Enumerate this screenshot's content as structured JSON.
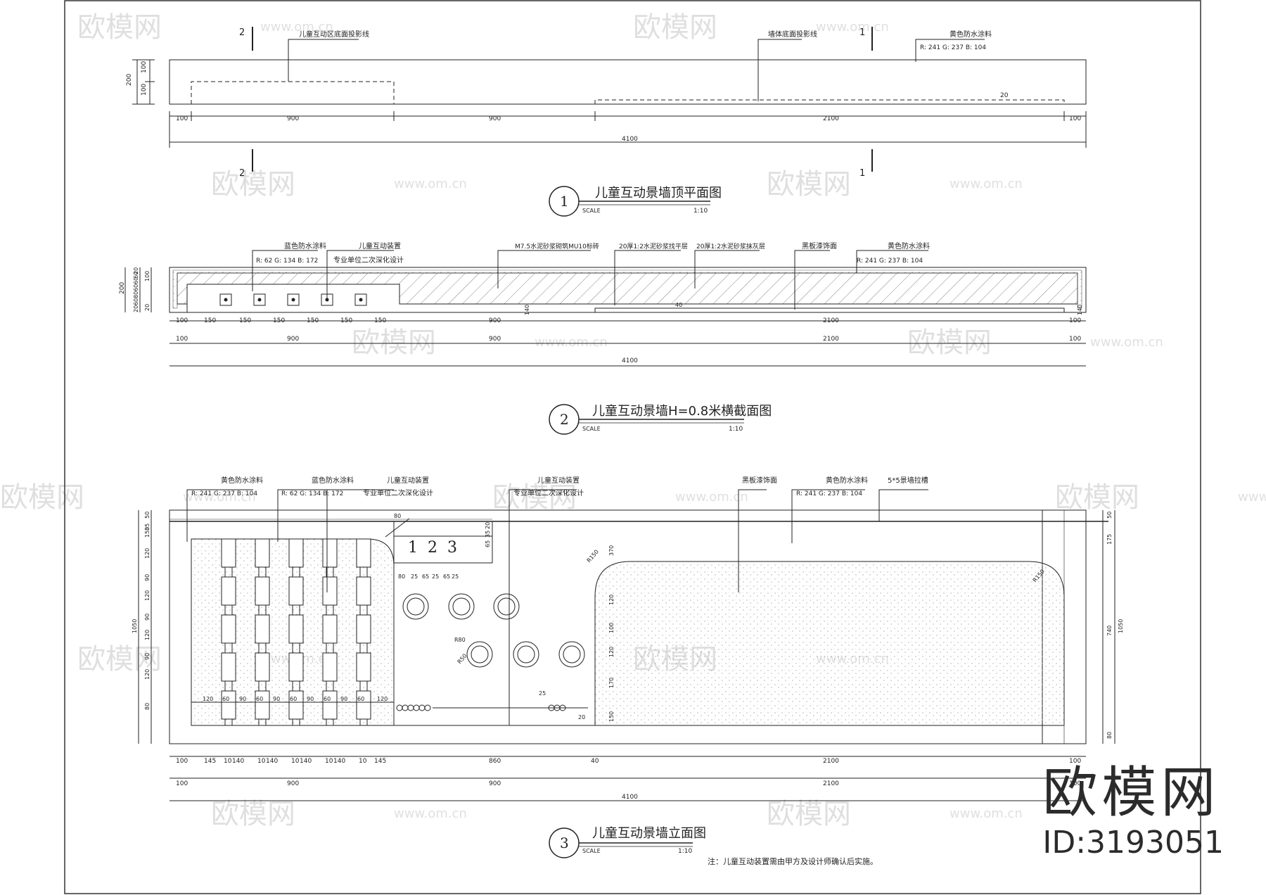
{
  "watermark": {
    "logo_text": "欧模网",
    "url_text": "www.om.cn",
    "url_short": "om.cn"
  },
  "brand": {
    "logo": "欧模网",
    "id": "ID:3193051"
  },
  "drawing1": {
    "number": "1",
    "title": "儿童互动景墙顶平面图",
    "scale_label": "SCALE",
    "scale": "1:10",
    "section_marks": [
      "2",
      "1",
      "2",
      "1"
    ],
    "callouts": {
      "projection": "儿童互动区底面投影线",
      "bottom_projection": "墙体底面投影线",
      "paint": "黄色防水涂料",
      "rgb": "R: 241   G: 237   B: 104"
    },
    "dims_left": [
      "200",
      "100",
      "100"
    ],
    "dims_row1": [
      "100",
      "900",
      "900",
      "2100",
      "100"
    ],
    "dims_total": "4100",
    "dim_20": "20"
  },
  "drawing2": {
    "number": "2",
    "title": "儿童互动景墙H=0.8米横截面图",
    "scale_label": "SCALE",
    "scale": "1:10",
    "callouts": {
      "blue_paint": "蓝色防水涂料",
      "blue_rgb": "R: 62   G: 134   B: 172",
      "device": "儿童互动装置",
      "device_note": "专业单位二次深化设计",
      "brick": "M7.5水泥砂浆砌筑MU10标砖",
      "layer1": "20厚1:2水泥砂浆找平层",
      "layer2": "20厚1:2水泥砂浆抹灰层",
      "blackboard": "黑板漆饰面",
      "yellow_paint": "黄色防水涂料",
      "yellow_rgb": "R: 241   G: 237   B: 104"
    },
    "dims_left": [
      "200",
      "20",
      "60",
      "60",
      "60",
      "80",
      "60",
      "20",
      "100",
      "20"
    ],
    "dims_row1": [
      "100",
      "150",
      "150",
      "150",
      "150",
      "150",
      "150",
      "900",
      "2100",
      "100"
    ],
    "dims_row2": [
      "100",
      "900",
      "900",
      "2100",
      "100"
    ],
    "dims_total": "4100",
    "dim_small": [
      "140",
      "40",
      "140"
    ]
  },
  "drawing3": {
    "number": "3",
    "title": "儿童互动景墙立面图",
    "scale_label": "SCALE",
    "scale": "1:10",
    "note": "注：儿童互动装置需由甲方及设计师确认后实施。",
    "callouts": {
      "yellow_paint": "黄色防水涂料",
      "yellow_rgb": "R: 241   G: 237   B: 104",
      "blue_paint": "蓝色防水涂料",
      "blue_rgb": "R: 62   G: 134   B: 172",
      "device1": "儿童互动装置",
      "device1_note": "专业单位二次深化设计",
      "device2": "儿童互动装置",
      "device2_note": "专业单位二次深化设计",
      "blackboard": "黑板漆饰面",
      "yellow_paint2": "黄色防水涂料",
      "yellow_rgb2": "R: 241   G: 237   B: 104",
      "groove": "5*5景墙拉槽"
    },
    "counter_digits": [
      "1",
      "2",
      "3"
    ],
    "dims_left": [
      "1050",
      "50",
      "35",
      "150",
      "120",
      "90",
      "120",
      "90",
      "120",
      "90",
      "120",
      "80"
    ],
    "dims_right": [
      "1050",
      "50",
      "175",
      "740",
      "80"
    ],
    "dims_inner_left": [
      "370",
      "120",
      "100",
      "120",
      "170",
      "150"
    ],
    "dims_counter_top": [
      "80",
      "25",
      "65",
      "25",
      "65",
      "25"
    ],
    "dims_counter_side": [
      "20",
      "35",
      "65"
    ],
    "dims_bottom_rows": [
      "120",
      "60",
      "90",
      "60",
      "90",
      "60",
      "90",
      "60",
      "90",
      "60",
      "120"
    ],
    "dims_row1": [
      "100",
      "145",
      "10",
      "140",
      "10",
      "140",
      "10",
      "140",
      "10",
      "140",
      "10",
      "145",
      "860",
      "40",
      "2100",
      "100"
    ],
    "dims_row2": [
      "100",
      "900",
      "900",
      "2100",
      "100"
    ],
    "dims_total": "4100",
    "radius_labels": [
      "R150",
      "R150",
      "R80",
      "R50",
      "80"
    ],
    "rail_labels": [
      "25",
      "20"
    ]
  }
}
